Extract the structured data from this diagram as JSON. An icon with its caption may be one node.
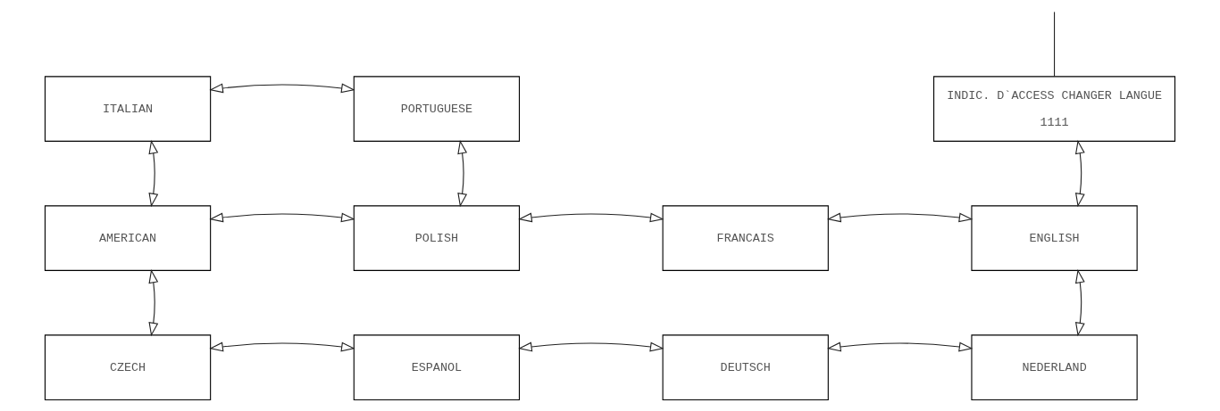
{
  "diagram": {
    "nodes": [
      {
        "text": [
          "ITALIAN"
        ]
      },
      {
        "text": [
          "PORTUGUESE"
        ]
      },
      {
        "text": [
          "INDIC. D`ACCESS CHANGER LANGUE",
          "1111"
        ]
      },
      {
        "text": [
          "AMERICAN"
        ]
      },
      {
        "text": [
          "POLISH"
        ]
      },
      {
        "text": [
          "FRANCAIS"
        ]
      },
      {
        "text": [
          "ENGLISH"
        ]
      },
      {
        "text": [
          "CZECH"
        ]
      },
      {
        "text": [
          "ESPANOL"
        ]
      },
      {
        "text": [
          "DEUTSCH"
        ]
      },
      {
        "text": [
          "NEDERLAND"
        ]
      }
    ],
    "edges": [
      {
        "from": 0,
        "to": 1,
        "arrow": "both"
      },
      {
        "from": 0,
        "to": 3,
        "arrow": "both"
      },
      {
        "from": 1,
        "to": 4,
        "arrow": "both"
      },
      {
        "from": 2,
        "to": 6,
        "arrow": "both"
      },
      {
        "from": 3,
        "to": 4,
        "arrow": "both"
      },
      {
        "from": 4,
        "to": 5,
        "arrow": "both"
      },
      {
        "from": 5,
        "to": 6,
        "arrow": "both"
      },
      {
        "from": 3,
        "to": 7,
        "arrow": "both"
      },
      {
        "from": 6,
        "to": 10,
        "arrow": "both"
      },
      {
        "from": 7,
        "to": 8,
        "arrow": "both"
      },
      {
        "from": 8,
        "to": 9,
        "arrow": "both"
      },
      {
        "from": 9,
        "to": 10,
        "arrow": "both"
      },
      {
        "from": null,
        "to": 2,
        "arrow": "none"
      }
    ]
  }
}
